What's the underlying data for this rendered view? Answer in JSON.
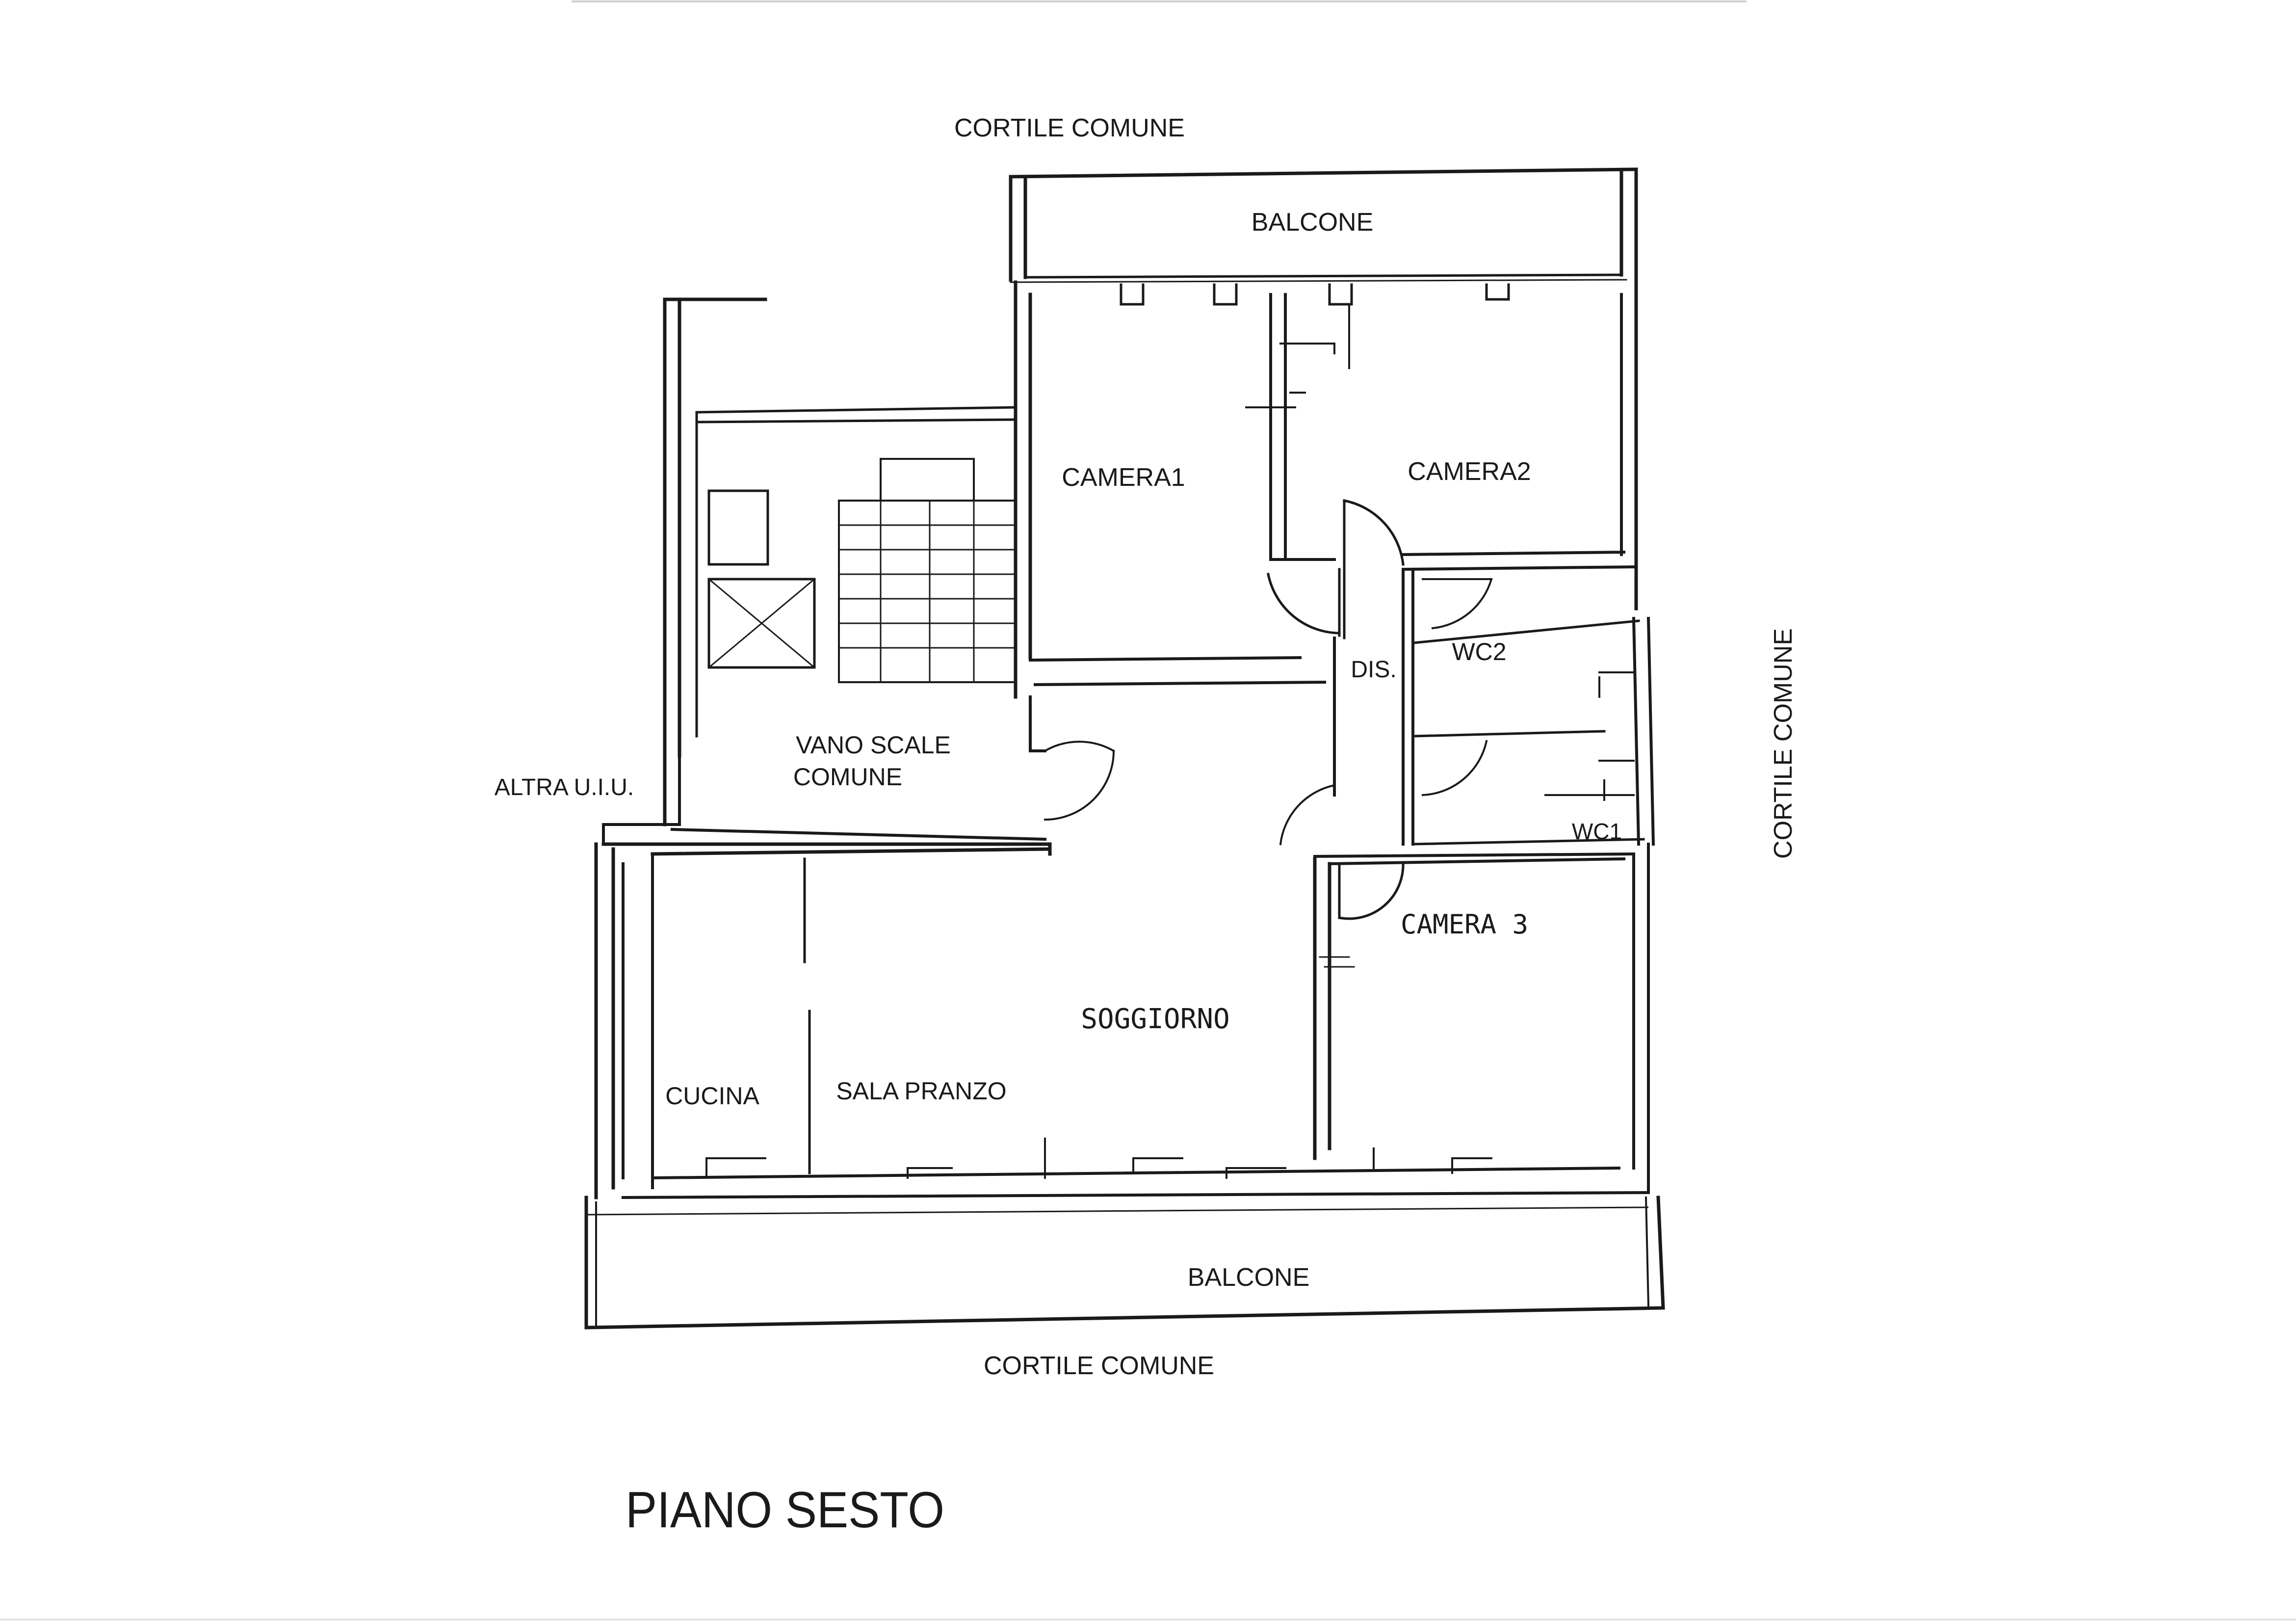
{
  "surroundings": {
    "top": "CORTILE COMUNE",
    "right": "CORTILE COMUNE",
    "bottom": "CORTILE COMUNE",
    "left": "ALTRA U.I.U."
  },
  "rooms": {
    "balcone_top": "BALCONE",
    "camera1": "CAMERA1",
    "camera2": "CAMERA2",
    "wc2": "WC2",
    "dis": "DIS.",
    "wc1": "WC1",
    "vano_scale_line1": "VANO SCALE",
    "vano_scale_line2": "COMUNE",
    "camera3": "CAMERA 3",
    "soggiorno": "SOGGIORNO",
    "cucina": "CUCINA",
    "sala_pranzo": "SALA PRANZO",
    "balcone_bottom": "BALCONE"
  },
  "title": "PIANO SESTO"
}
